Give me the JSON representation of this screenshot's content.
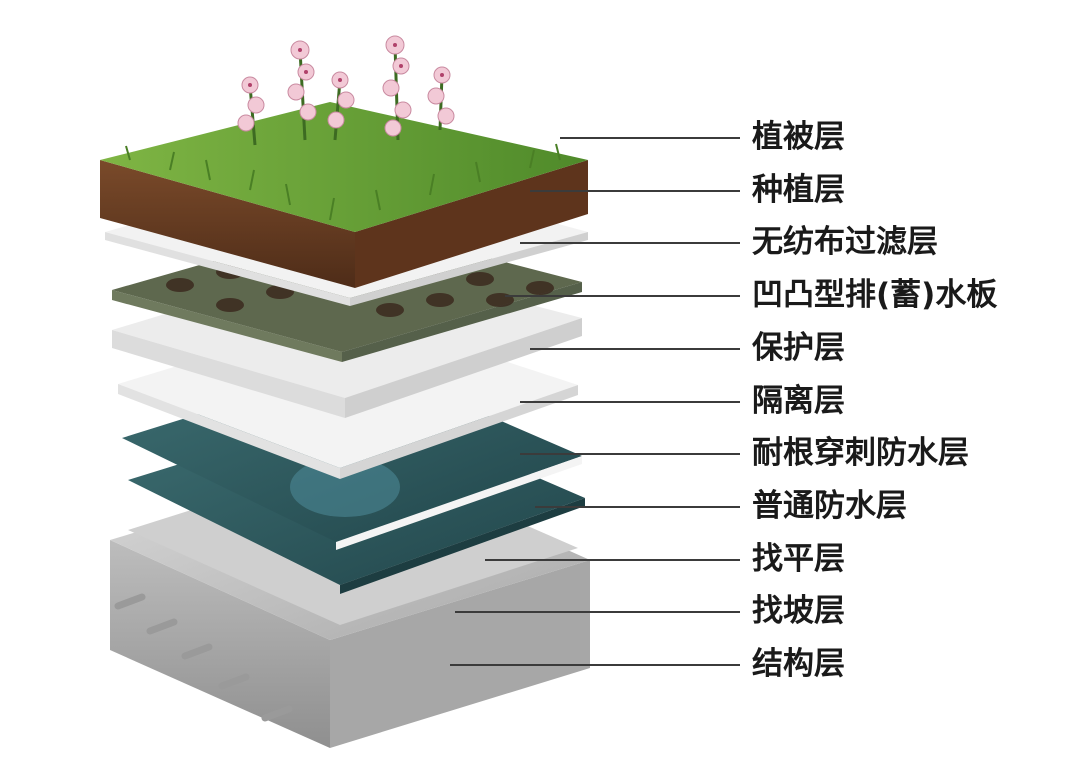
{
  "layers": [
    {
      "label": "植被层",
      "fill": "#5e8f2f"
    },
    {
      "label": "种植层",
      "fill": "#6b3d20"
    },
    {
      "label": "无纺布过滤层",
      "fill": "#efefef"
    },
    {
      "label": "凹凸型排(蓄)水板",
      "fill": "#6f7a5e"
    },
    {
      "label": "保护层",
      "fill": "#e9e9e9"
    },
    {
      "label": "隔离层",
      "fill": "#eeeeee"
    },
    {
      "label": "耐根穿刺防水层",
      "fill": "#2f5b5f"
    },
    {
      "label": "普通防水层",
      "fill": "#2d5257"
    },
    {
      "label": "找平层",
      "fill": "#cfcfcf"
    },
    {
      "label": "找坡层",
      "fill": "#c9c9c9"
    },
    {
      "label": "结构层",
      "fill": "#bdbdbd"
    }
  ],
  "colors": {
    "label_text": "#1a1a1a",
    "leader_line": "#3b3b3b",
    "grass": "#6aa33a",
    "soil": "#5a321c",
    "flower": "#f2c9d6"
  }
}
